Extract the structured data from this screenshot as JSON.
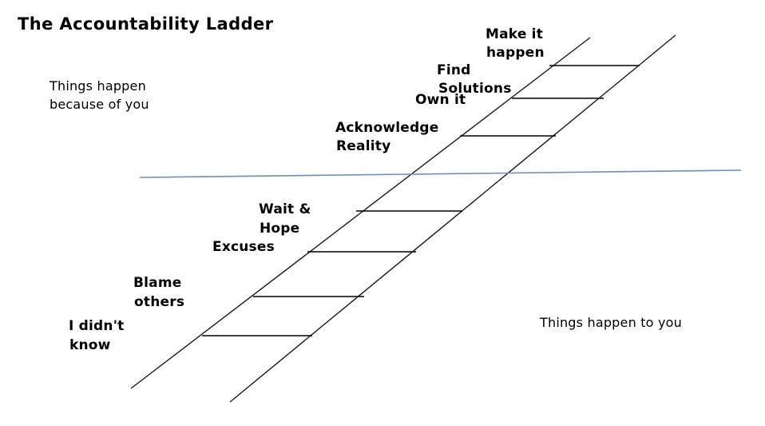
{
  "page": {
    "title": "The Accountability Ladder",
    "background_color": "#ffffff",
    "text_color": "#000000"
  },
  "notes": {
    "top_left_line1": "Things happen",
    "top_left_line2": "because of you",
    "bottom_right": "Things happen to you"
  },
  "divider": {
    "name": "accountability-line",
    "color": "#6a8fc4"
  },
  "ladder": {
    "rail_color": "#1a1a1a",
    "rung_color": "#000000",
    "steps": [
      {
        "id": "make-it-happen",
        "line1": "Make it",
        "line2": "happen"
      },
      {
        "id": "find-solutions",
        "line1": "Find",
        "line2": "Solutions"
      },
      {
        "id": "own-it",
        "line1": "Own it",
        "line2": ""
      },
      {
        "id": "acknowledge-reality",
        "line1": "Acknowledge",
        "line2": "Reality"
      },
      {
        "id": "wait-and-hope",
        "line1": "Wait &",
        "line2": "Hope"
      },
      {
        "id": "excuses",
        "line1": "Excuses",
        "line2": ""
      },
      {
        "id": "blame-others",
        "line1": "Blame",
        "line2": "others"
      },
      {
        "id": "i-didnt-know",
        "line1": "I didn't",
        "line2": "know"
      }
    ]
  }
}
